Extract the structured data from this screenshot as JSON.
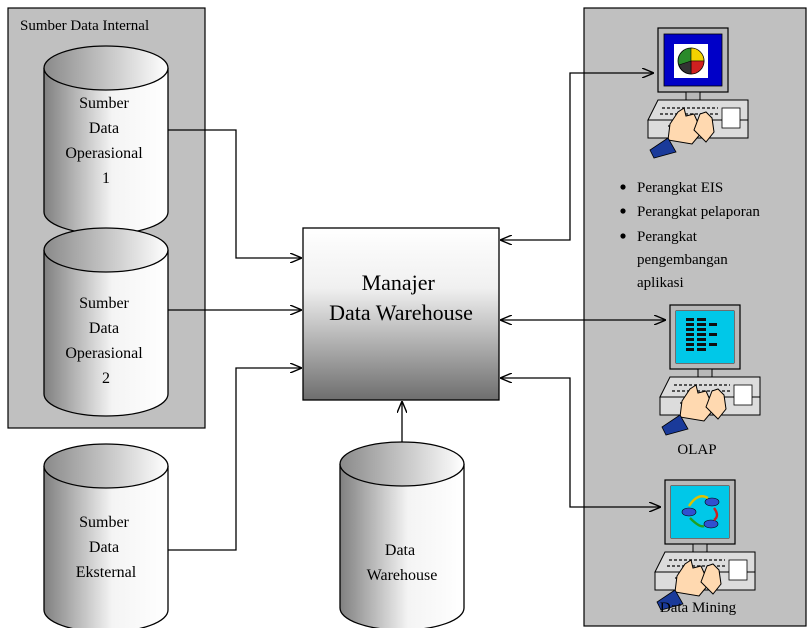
{
  "internal_sources": {
    "title": "Sumber Data Internal",
    "db1": {
      "lines": [
        "Sumber",
        "Data",
        "Operasional",
        "1"
      ]
    },
    "db2": {
      "lines": [
        "Sumber",
        "Data",
        "Operasional",
        "2"
      ]
    }
  },
  "external_source": {
    "lines": [
      "Sumber",
      "Data",
      "Eksternal"
    ]
  },
  "manager": {
    "lines": [
      "Manajer",
      "Data Warehouse"
    ]
  },
  "warehouse": {
    "lines": [
      "Data",
      "Warehouse"
    ]
  },
  "tools": {
    "bullets": [
      "Perangkat EIS",
      "Perangkat pelaporan"
    ],
    "bullet3_lines": [
      "Perangkat",
      "pengembangan",
      "aplikasi"
    ],
    "olap_label": "OLAP",
    "mining_label": "Data Mining"
  },
  "colors": {
    "panel": "#c0c0c0",
    "cylinder_dark": "#808080",
    "monitor_screen": "#0000c8",
    "olap_screen": "#00c8e8",
    "skin": "#ffd9b0",
    "sleeve": "#1a3a9a"
  }
}
